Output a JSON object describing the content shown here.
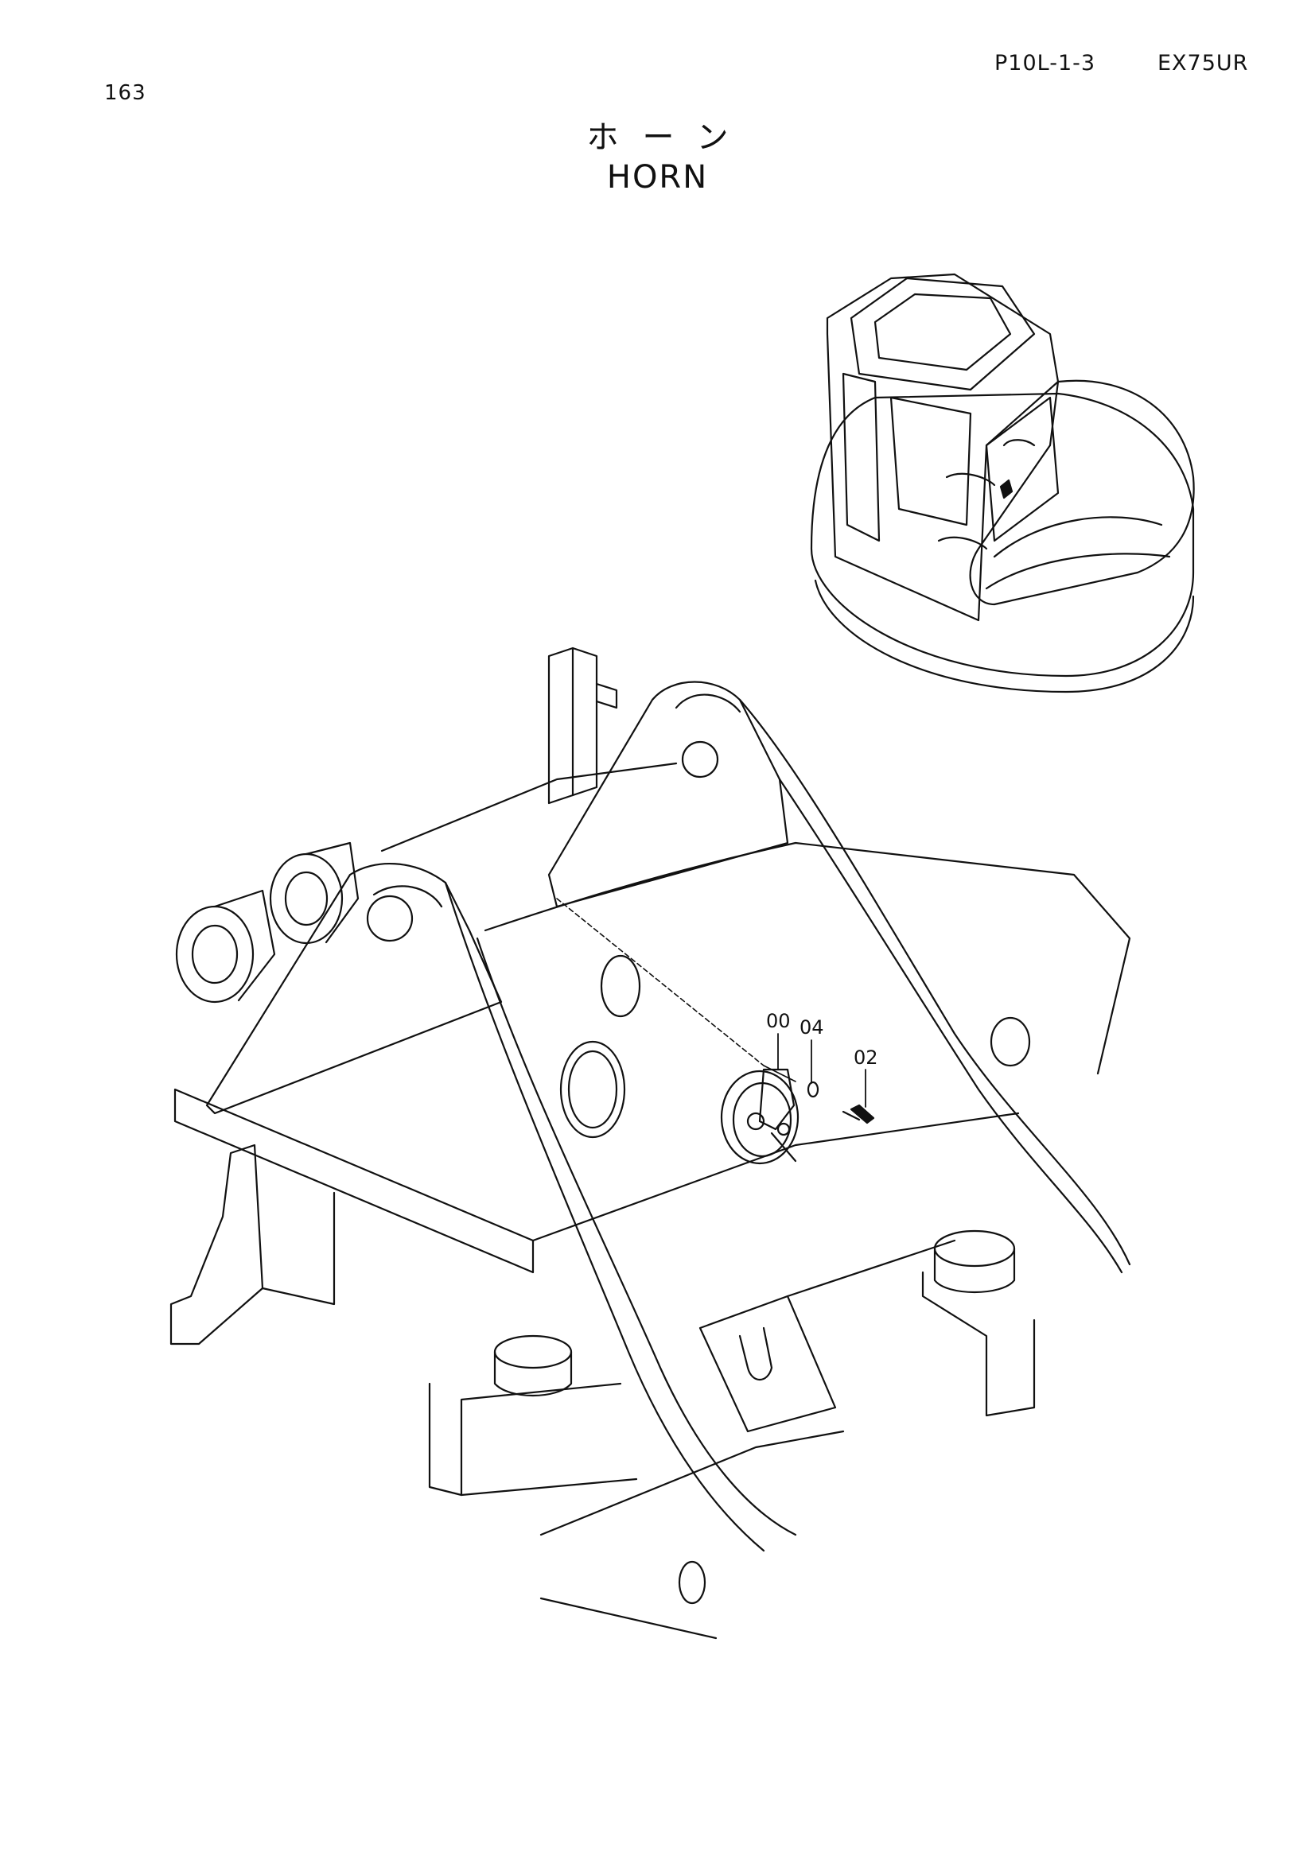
{
  "header": {
    "page_number": "163",
    "section_code": "P10L-1-3",
    "model": "EX75UR"
  },
  "title": {
    "japanese": "ホーン",
    "english": "HORN"
  },
  "callouts": [
    {
      "id": "callout-00",
      "label": "00"
    },
    {
      "id": "callout-04",
      "label": "04"
    },
    {
      "id": "callout-02",
      "label": "02"
    }
  ],
  "colors": {
    "ink": "#111111",
    "paper": "#ffffff"
  }
}
